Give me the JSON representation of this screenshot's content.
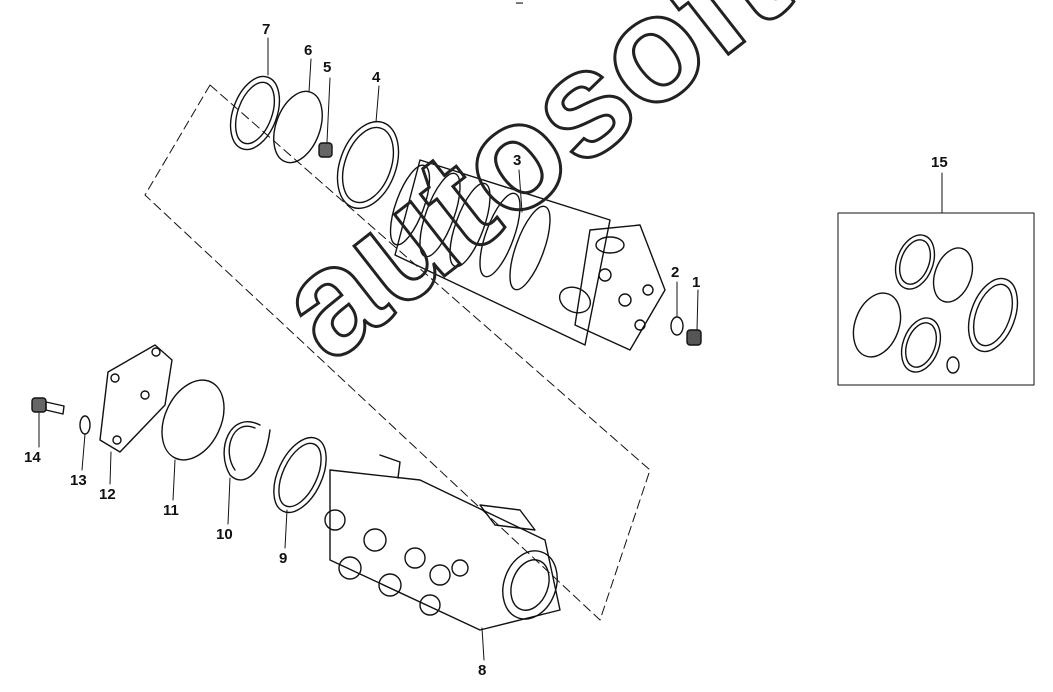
{
  "top_mark": "▔",
  "watermark": "autosoft",
  "callouts": [
    {
      "id": "1",
      "label": "1"
    },
    {
      "id": "2",
      "label": "2"
    },
    {
      "id": "3",
      "label": "3"
    },
    {
      "id": "4",
      "label": "4"
    },
    {
      "id": "5",
      "label": "5"
    },
    {
      "id": "6",
      "label": "6"
    },
    {
      "id": "7",
      "label": "7"
    },
    {
      "id": "8",
      "label": "8"
    },
    {
      "id": "9",
      "label": "9"
    },
    {
      "id": "10",
      "label": "10"
    },
    {
      "id": "11",
      "label": "11"
    },
    {
      "id": "12",
      "label": "12"
    },
    {
      "id": "13",
      "label": "13"
    },
    {
      "id": "14",
      "label": "14"
    },
    {
      "id": "15",
      "label": "15"
    }
  ]
}
